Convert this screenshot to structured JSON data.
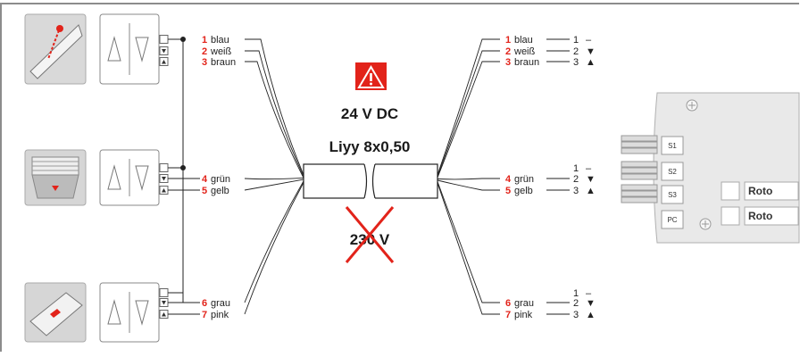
{
  "colors": {
    "accent_red": "#e2231a",
    "frame_grey": "#8c8c8c",
    "panel_grey": "#e9e9e9"
  },
  "warning_icon": "warning-triangle-icon",
  "specs": {
    "voltage_dc": "24 V DC",
    "cable_type": "Liyy 8x0,50",
    "voltage_ac_crossed": "230 V"
  },
  "left_groups": [
    {
      "icon": "window-operator-icon",
      "wires": [
        {
          "n": "1",
          "color": "blau"
        },
        {
          "n": "2",
          "color": "weiß"
        },
        {
          "n": "3",
          "color": "braun"
        }
      ]
    },
    {
      "icon": "roller-shutter-icon",
      "wires": [
        {
          "n": "4",
          "color": "grün"
        },
        {
          "n": "5",
          "color": "gelb"
        }
      ]
    },
    {
      "icon": "sun-blind-icon",
      "wires": [
        {
          "n": "6",
          "color": "grau"
        },
        {
          "n": "7",
          "color": "pink"
        }
      ]
    }
  ],
  "right_groups": [
    {
      "wires": [
        {
          "n": "1",
          "color": "blau",
          "term": "1",
          "sym": "–"
        },
        {
          "n": "2",
          "color": "weiß",
          "term": "2",
          "sym": "▼"
        },
        {
          "n": "3",
          "color": "braun",
          "term": "3",
          "sym": "▲"
        }
      ]
    },
    {
      "wires": [
        {
          "term": "1",
          "sym": "–"
        },
        {
          "n": "4",
          "color": "grün",
          "term": "2",
          "sym": "▼"
        },
        {
          "n": "5",
          "color": "gelb",
          "term": "3",
          "sym": "▲"
        }
      ]
    },
    {
      "wires": [
        {
          "term": "1",
          "sym": "–"
        },
        {
          "n": "6",
          "color": "grau",
          "term": "2",
          "sym": "▼"
        },
        {
          "n": "7",
          "color": "pink",
          "term": "3",
          "sym": "▲"
        }
      ]
    }
  ],
  "controller": {
    "slots": [
      "S1",
      "S2",
      "S3",
      "PC"
    ],
    "brand_labels": [
      "Roto",
      "Roto"
    ]
  }
}
